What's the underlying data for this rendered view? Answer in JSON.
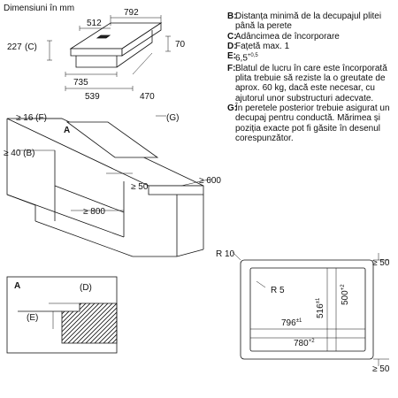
{
  "title": "Dimensiuni în mm",
  "colors": {
    "line": "#111111",
    "background": "#ffffff"
  },
  "dims_top": {
    "d512": "512",
    "d792": "792",
    "d227": "227",
    "cC": "(C)",
    "d70": "70",
    "d735": "735",
    "d539": "539",
    "d470": "470"
  },
  "dims_section": {
    "a16F": "≥ 16 (F)",
    "a40B": "≥ 40 (B)",
    "lblA": "A",
    "lblG": "(G)",
    "a50": "≥ 50",
    "a800": "≥ 800",
    "a600": "≥ 600"
  },
  "detail": {
    "lblA": "A",
    "lblD": "(D)",
    "lblE": "(E)"
  },
  "cutout": {
    "r10": "R 10",
    "r5": "R 5",
    "d796": "796",
    "tol796": "±1",
    "d780": "780",
    "tol780": "+2",
    "d516": "516",
    "tol516": "±1",
    "d500": "500",
    "tol500": "+2",
    "m50top": "≥ 50",
    "m50bot": "≥ 50"
  },
  "legend": [
    {
      "key": "B:",
      "text": "Distanța minimă de la decupajul plitei până la perete"
    },
    {
      "key": "C:",
      "text": "Adâncimea de încorporare"
    },
    {
      "key": "D:",
      "text": "Fațetă max. 1"
    },
    {
      "key": "E:",
      "text": "6,5",
      "sup": "+0,5"
    },
    {
      "key": "F:",
      "text": "Blatul de lucru în care este încorporată plita trebuie să reziste la o greutate de aprox. 60 kg, dacă este necesar, cu ajutorul unor substructuri adecvate."
    },
    {
      "key": "G:",
      "text": "În peretele posterior trebuie asigurat un decupaj pentru conductă. Mărimea și poziția exacte pot fi găsite în desenul corespunzător."
    }
  ]
}
